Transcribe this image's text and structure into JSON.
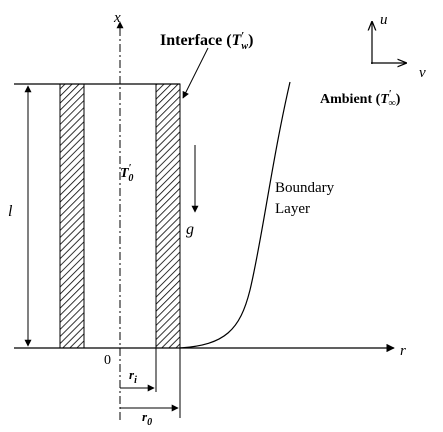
{
  "labels": {
    "x_axis": "x",
    "r_axis": "r",
    "u_dir": "u",
    "v_dir": "v",
    "interface": "Interface (",
    "interface_T": "T",
    "interface_sup": "′",
    "interface_sub": "w",
    "interface_close": ")",
    "ambient": "Ambient (",
    "ambient_T": "T",
    "ambient_sup": "′",
    "ambient_sub": "∞",
    "ambient_close": ")",
    "core_T": "T",
    "core_sup": "′",
    "core_sub": "0",
    "length": "l",
    "gravity": "g",
    "boundary_line1": "Boundary",
    "boundary_line2": "Layer",
    "origin": "0",
    "ri": "r",
    "ri_sub": "i",
    "r0": "r",
    "r0_sub": "0"
  },
  "colors": {
    "ink": "#000000",
    "background": "#ffffff"
  }
}
